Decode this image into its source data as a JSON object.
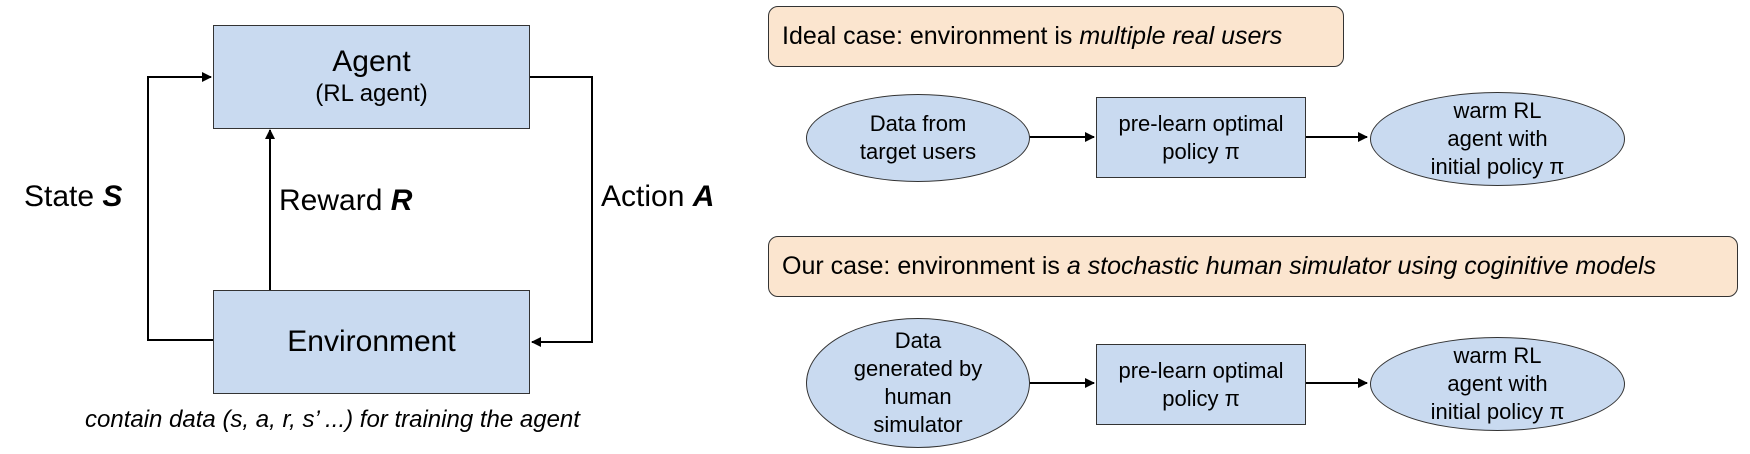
{
  "left": {
    "agent": {
      "title": "Agent",
      "subtitle": "(RL agent)"
    },
    "environment": {
      "title": "Environment"
    },
    "state": {
      "prefix": "State ",
      "symbol": "S"
    },
    "reward": {
      "prefix": "Reward ",
      "symbol": "R"
    },
    "action": {
      "prefix": "Action ",
      "symbol": "A"
    },
    "caption": "contain data (s, a, r, s’ ...) for training the agent"
  },
  "ideal": {
    "banner_prefix": "Ideal case: environment is ",
    "banner_emph": "multiple real users",
    "node1": "Data from\ntarget users",
    "node2": "pre-learn optimal\npolicy π",
    "node3": "warm RL\nagent with\ninitial policy π"
  },
  "ours": {
    "banner_prefix": "Our case: environment is ",
    "banner_emph": "a stochastic human simulator using coginitive models",
    "node1": "Data\ngenerated by\nhuman\nsimulator",
    "node2": "pre-learn optimal\npolicy π",
    "node3": "warm RL\nagent with\ninitial policy π"
  },
  "colors": {
    "box_fill": "#c9daf0",
    "banner_fill": "#fbe5cf",
    "stroke": "#333333"
  }
}
